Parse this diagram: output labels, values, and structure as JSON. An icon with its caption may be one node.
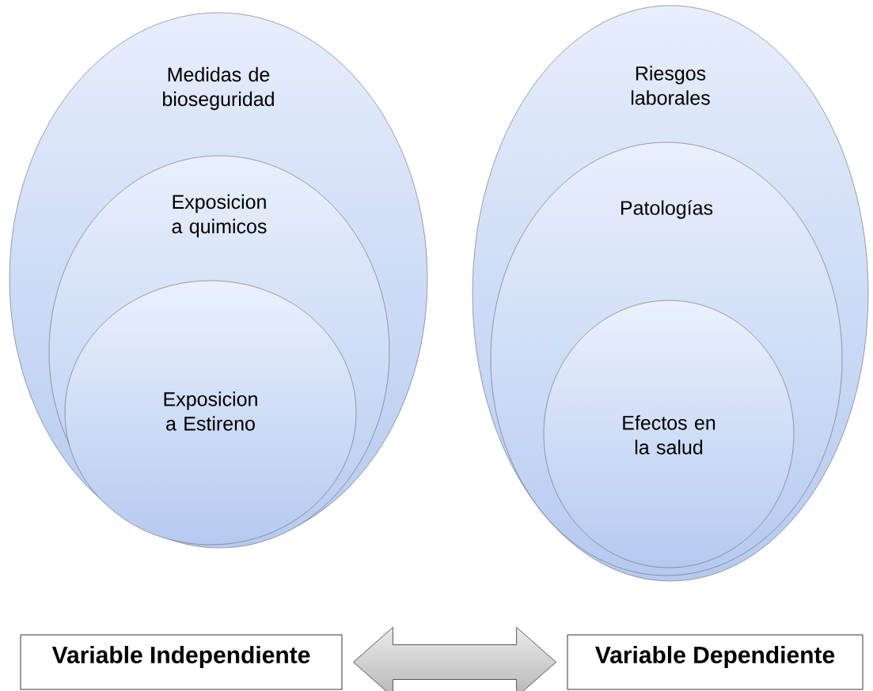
{
  "diagram": {
    "nodes": [
      {
        "text": [
          "Medidas de bioseguridad"
        ]
      },
      {
        "text": [
          "Exposicion a quimicos"
        ],
        "in": 0
      },
      {
        "text": [
          "Exposicion a Estireno"
        ],
        "in": 1
      },
      {
        "text": [
          "Riesgos laborales"
        ]
      },
      {
        "text": [
          "Patologías"
        ],
        "in": 3
      },
      {
        "text": [
          "Efectos en la salud"
        ],
        "in": 4
      },
      {
        "text": [
          "Variable Independiente"
        ]
      },
      {
        "text": [
          "Variable Dependiente"
        ]
      }
    ],
    "edges": [
      {
        "from": 6,
        "to": 7,
        "arrow": "both"
      }
    ]
  }
}
